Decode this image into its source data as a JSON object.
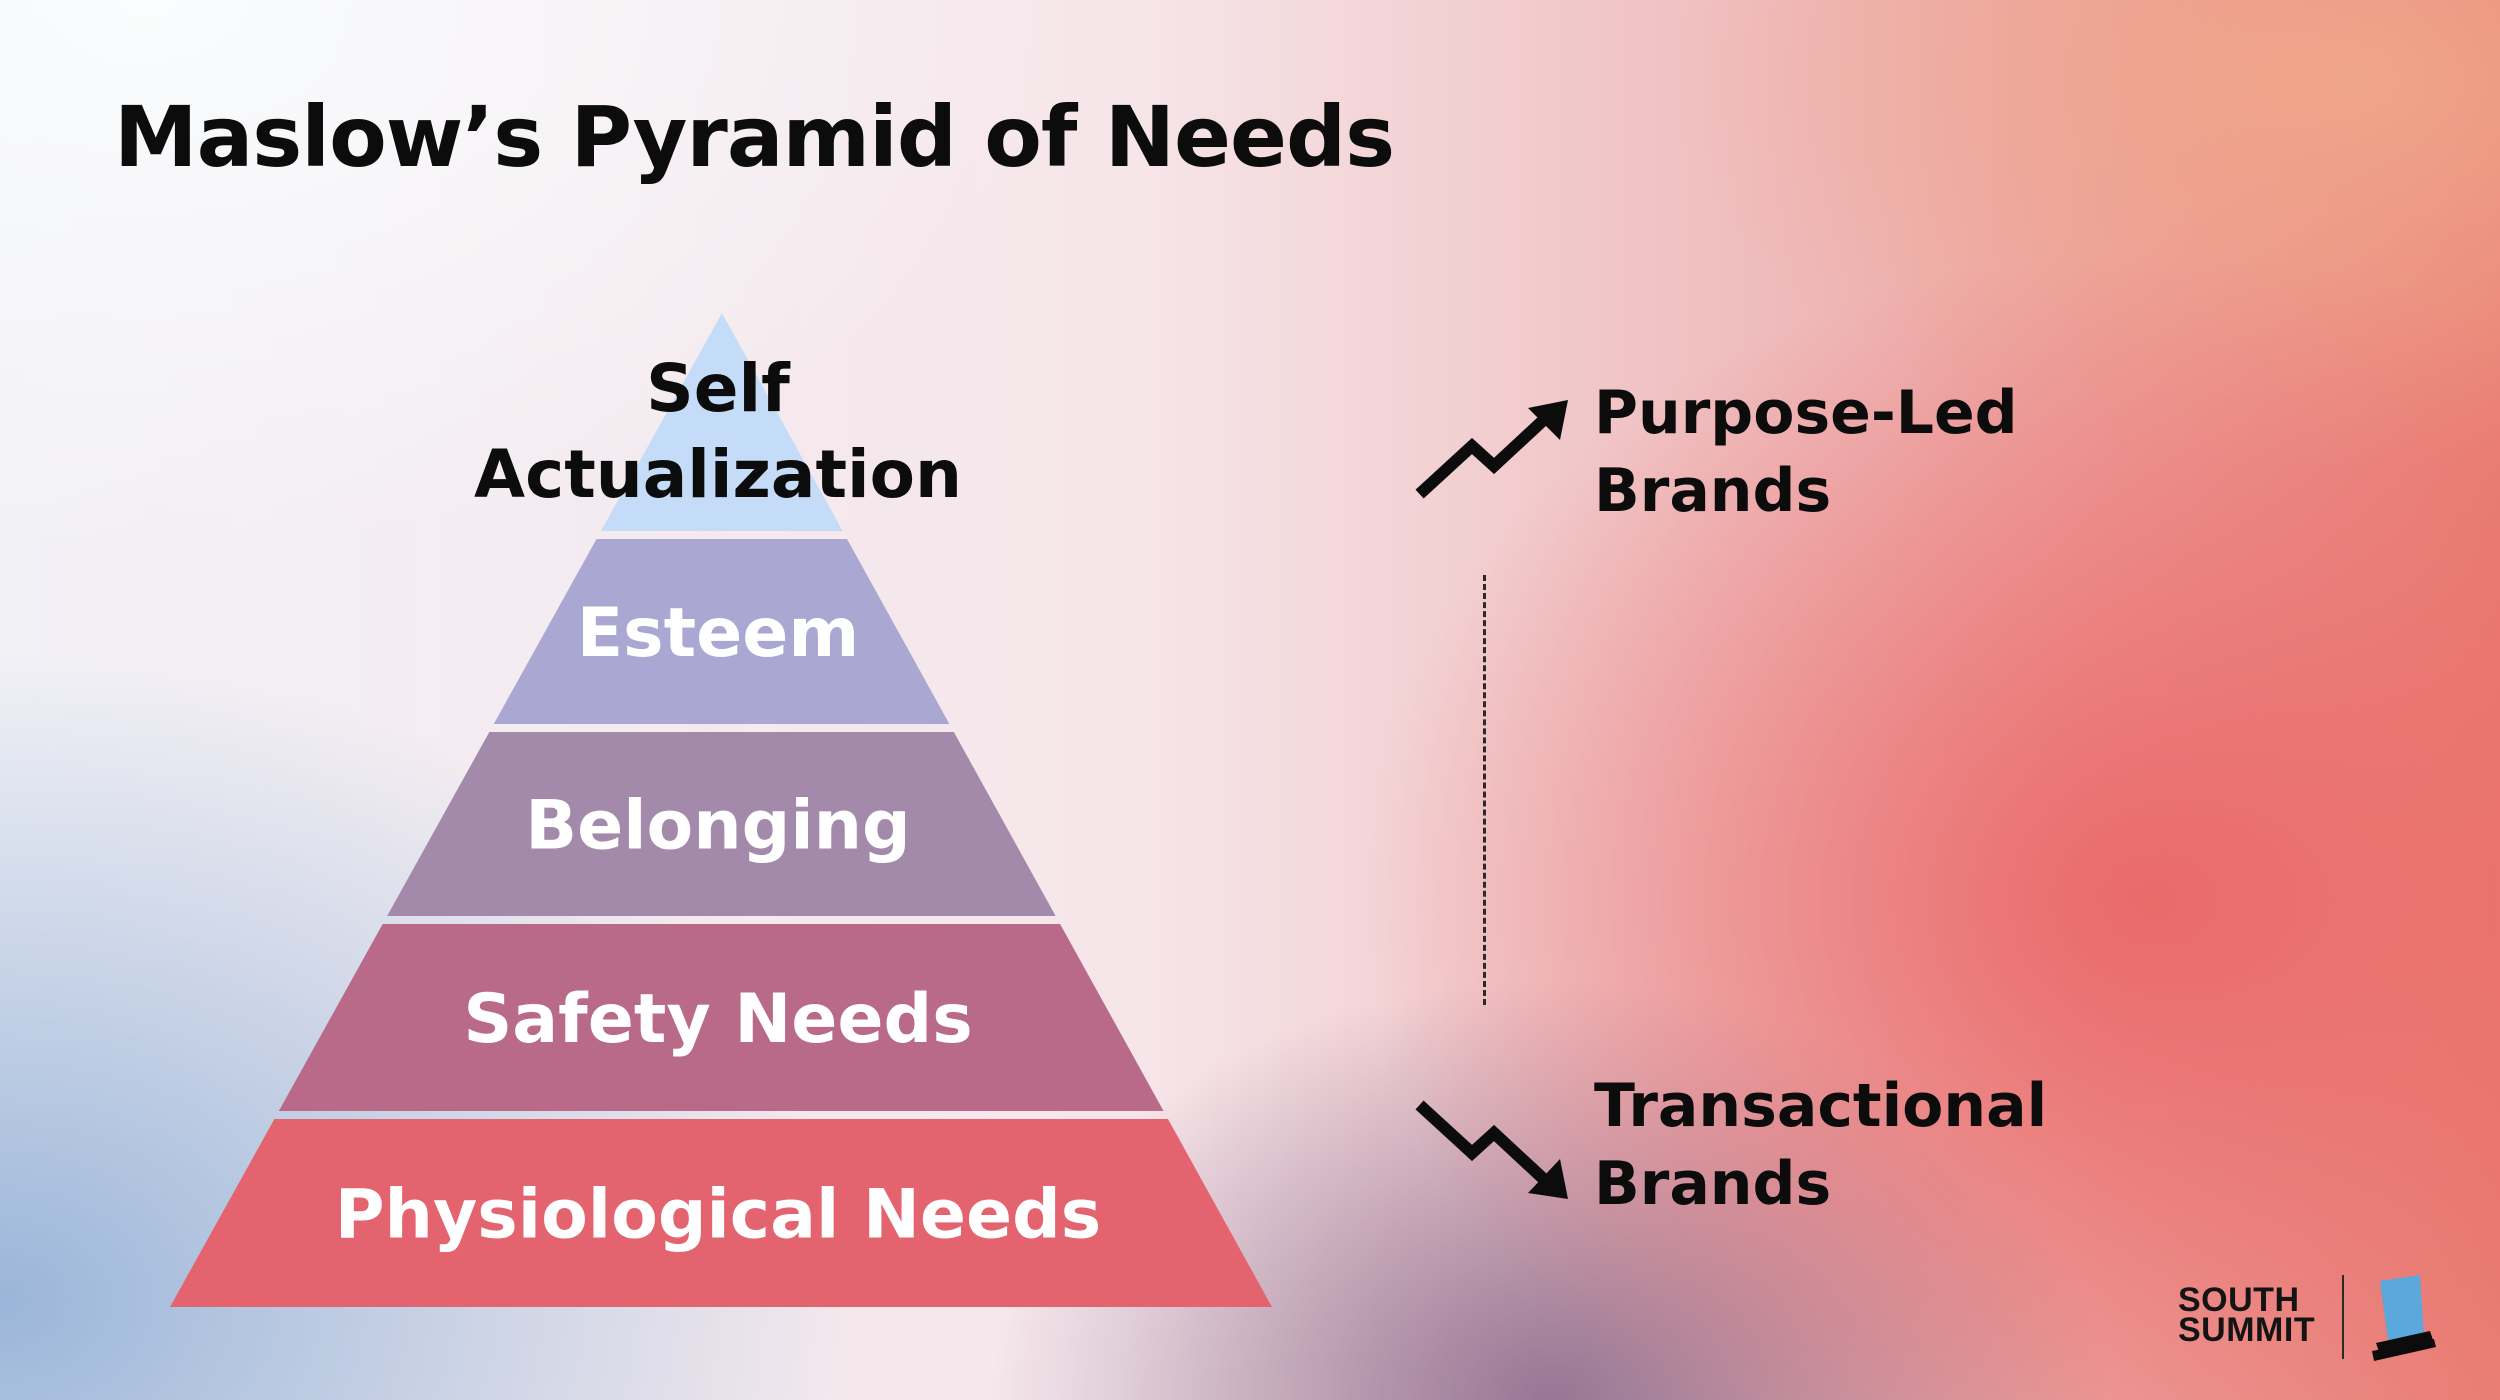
{
  "slide": {
    "title": "Maslow’s Pyramid of Needs"
  },
  "pyramid": {
    "tiers": [
      {
        "lines": [
          "Self",
          "Actualization"
        ],
        "color": "#c4dcf8",
        "text_color": "#0c0c0c"
      },
      {
        "lines": [
          "Esteem"
        ],
        "color": "#aaa8d2",
        "text_color": "#ffffff"
      },
      {
        "lines": [
          "Belonging"
        ],
        "color": "#a38aab",
        "text_color": "#ffffff"
      },
      {
        "lines": [
          "Safety Needs"
        ],
        "color": "#b86a88",
        "text_color": "#ffffff"
      },
      {
        "lines": [
          "Physiological Needs"
        ],
        "color": "#e3636e",
        "text_color": "#ffffff"
      }
    ]
  },
  "brands": {
    "top": {
      "lines": [
        "Purpose-Led",
        "Brands"
      ],
      "icon": "trending-up-icon"
    },
    "bottom": {
      "lines": [
        "Transactional",
        "Brands"
      ],
      "icon": "trending-down-icon"
    }
  },
  "logo": {
    "lines": [
      "SOUTH",
      "SUMMIT"
    ],
    "icon": "top-hat-icon",
    "hat_color": "#5aa8dc"
  }
}
